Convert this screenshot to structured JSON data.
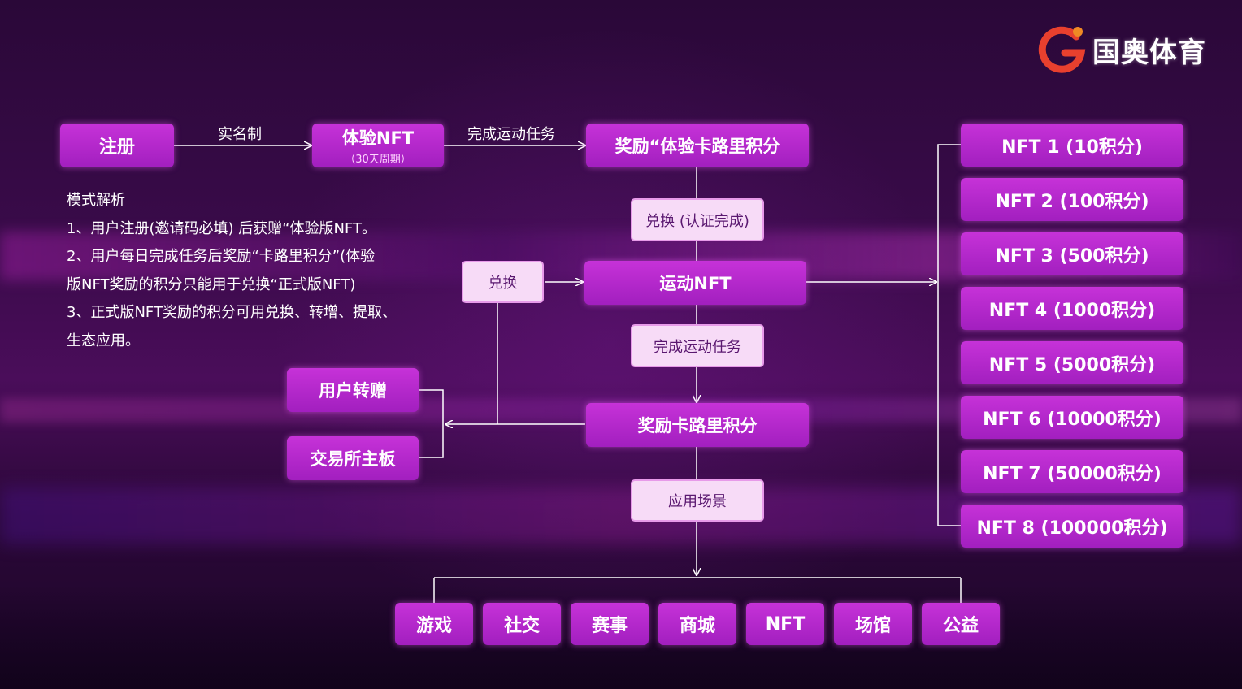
{
  "brand": {
    "name": "国奥体育",
    "colors": {
      "logo_red": "#e8402e",
      "logo_orange": "#f08a24",
      "node": "#b426cc",
      "pale": "#f7dbf7"
    }
  },
  "flow": {
    "register": "注册",
    "edge_realname": "实名制",
    "trial_nft": {
      "title": "体验NFT",
      "sub": "（30天周期）"
    },
    "edge_task": "完成运动任务",
    "reward_trial": "奖励“体验卡路里积分",
    "redeem_certified": "兑换 (认证完成)",
    "redeem": "兑换",
    "sport_nft": "运动NFT",
    "complete_task": "完成运动任务",
    "reward_calorie": "奖励卡路里积分",
    "user_transfer": "用户转赠",
    "exchange_board": "交易所主板",
    "scenes_label": "应用场景"
  },
  "nft_tiers": [
    "NFT 1 (10积分)",
    "NFT 2 (100积分)",
    "NFT 3 (500积分)",
    "NFT 4 (1000积分)",
    "NFT 5 (5000积分)",
    "NFT 6 (10000积分)",
    "NFT 7 (50000积分)",
    "NFT 8 (100000积分)"
  ],
  "scenes": [
    "游戏",
    "社交",
    "赛事",
    "商城",
    "NFT",
    "场馆",
    "公益"
  ],
  "info": {
    "title": "模式解析",
    "line1": "1、用户注册(邀请码必填) 后获赠“体验版NFT。",
    "line2a": "2、用户每日完成任务后奖励“卡路里积分”(体验",
    "line2b": "版NFT奖励的积分只能用于兑换“正式版NFT)",
    "line3a": "3、正式版NFT奖励的积分可用兑换、转增、提取、",
    "line3b": "生态应用。"
  }
}
